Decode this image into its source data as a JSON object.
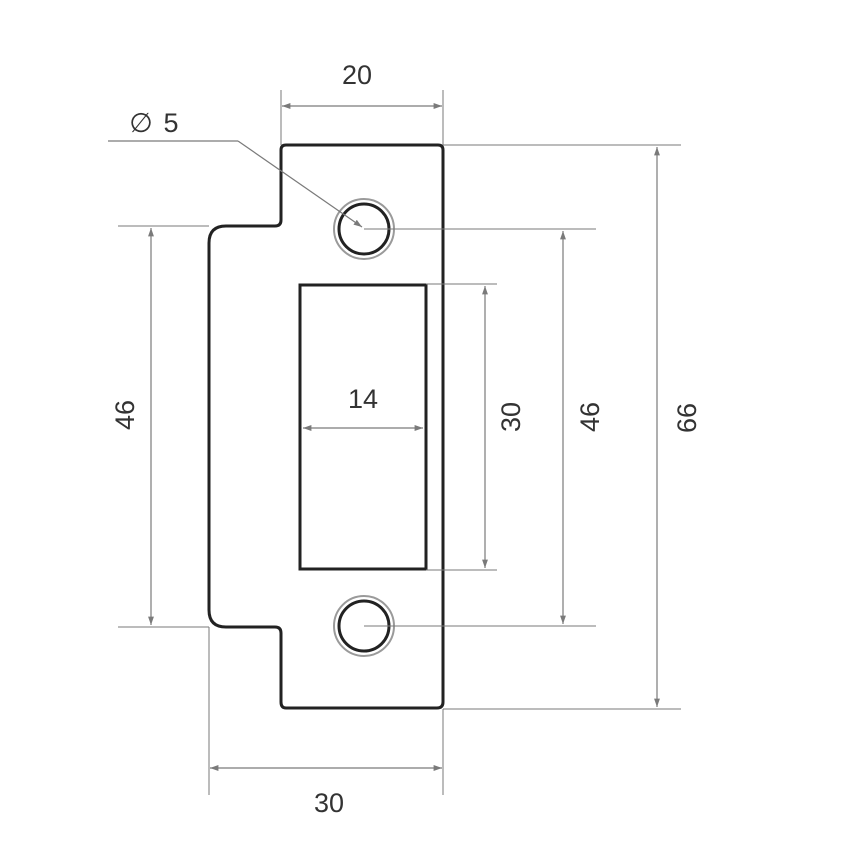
{
  "diagram": {
    "colors": {
      "outline": "#222222",
      "dimension": "#7a7a7a",
      "text": "#333333",
      "hole_ring": "#9a9a9a"
    },
    "dimensions": {
      "top_width": "20",
      "hole_diameter_symbol": "∅",
      "hole_diameter": "5",
      "window_width": "14",
      "window_height": "30",
      "left_hole_spacing": "46",
      "right_hole_spacing": "46",
      "total_height": "66",
      "bottom_width": "30"
    }
  }
}
